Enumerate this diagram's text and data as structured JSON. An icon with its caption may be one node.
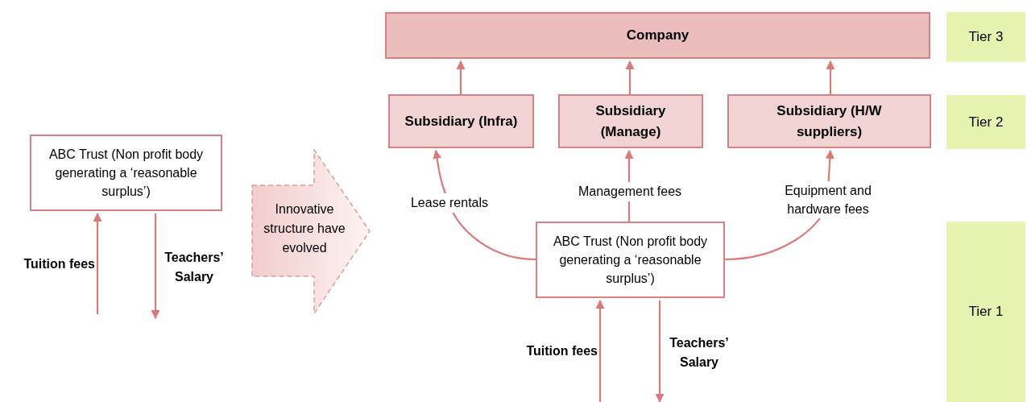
{
  "diagram": {
    "nodes": [
      {
        "text": [
          "Company"
        ]
      },
      {
        "text": [
          "Subsidiary (Infra)"
        ]
      },
      {
        "text": [
          "Subsidiary (Manage)"
        ]
      },
      {
        "text": [
          "Subsidiary (H/W suppliers)"
        ]
      },
      {
        "text": [
          "Tier 3"
        ]
      },
      {
        "text": [
          "Tier 2"
        ]
      },
      {
        "text": [
          "Tier 1"
        ]
      },
      {
        "text": [
          "ABC Trust (Non profit body generating a ‘reasonable surplus’)"
        ]
      },
      {
        "text": [
          "Innovative structure have evolved"
        ]
      },
      {
        "text": [
          "ABC Trust (Non profit body generating a ‘reasonable surplus’)"
        ]
      }
    ],
    "edges": [
      {
        "from": 1,
        "to": 0,
        "arrow": "to"
      },
      {
        "from": 2,
        "to": 0,
        "arrow": "to"
      },
      {
        "from": 3,
        "to": 0,
        "arrow": "to"
      },
      {
        "from": 9,
        "to": 1,
        "arrow": "to",
        "label": "Lease rentals"
      },
      {
        "from": 9,
        "to": 2,
        "arrow": "to",
        "label": "Management fees"
      },
      {
        "from": 9,
        "to": 3,
        "arrow": "to",
        "label": "Equipment and hardware fees"
      },
      {
        "from": null,
        "to": 7,
        "arrow": "to",
        "label": "Tuition fees"
      },
      {
        "from": 7,
        "to": null,
        "arrow": "to",
        "label": "Teachers’ Salary"
      },
      {
        "from": null,
        "to": 9,
        "arrow": "to",
        "label": "Tuition fees"
      },
      {
        "from": 9,
        "to": null,
        "arrow": "to",
        "label": "Teachers’ Salary"
      }
    ]
  }
}
